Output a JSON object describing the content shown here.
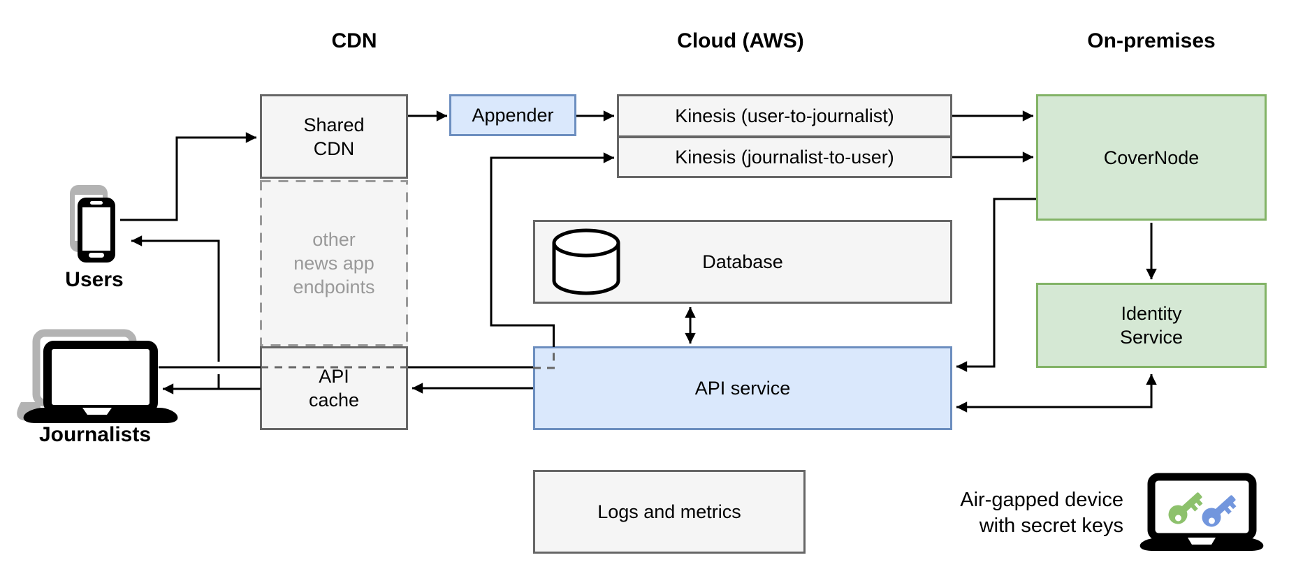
{
  "headers": {
    "cdn": "CDN",
    "cloud": "Cloud (AWS)",
    "on_premises": "On-premises"
  },
  "actors": {
    "users": "Users",
    "journalists": "Journalists"
  },
  "nodes": {
    "shared_cdn": {
      "line1": "Shared",
      "line2": "CDN"
    },
    "other_endpoints": {
      "line1": "other",
      "line2": "news app",
      "line3": "endpoints"
    },
    "api_cache": {
      "line1": "API",
      "line2": "cache"
    },
    "appender": {
      "label": "Appender"
    },
    "kinesis_user_to_journalist": {
      "label": "Kinesis (user-to-journalist)"
    },
    "kinesis_journalist_to_user": {
      "label": "Kinesis (journalist-to-user)"
    },
    "database": {
      "label": "Database"
    },
    "api_service": {
      "label": "API service"
    },
    "logs_and_metrics": {
      "label": "Logs and metrics"
    },
    "covernode": {
      "label": "CoverNode"
    },
    "identity_service": {
      "line1": "Identity",
      "line2": "Service"
    }
  },
  "annotation": {
    "line1": "Air-gapped device",
    "line2": "with secret keys"
  },
  "colors": {
    "neutral_fill": "#f5f5f5",
    "neutral_border": "#666666",
    "blue_fill": "#dae8fc",
    "blue_border": "#6c8ebf",
    "green_fill": "#d5e8d4",
    "green_border": "#82b366",
    "muted_gray": "#999999",
    "arrow_black": "#000000",
    "icon_gray": "#b3b3b3",
    "key_green": "#8dc16c",
    "key_blue": "#7296dd"
  }
}
